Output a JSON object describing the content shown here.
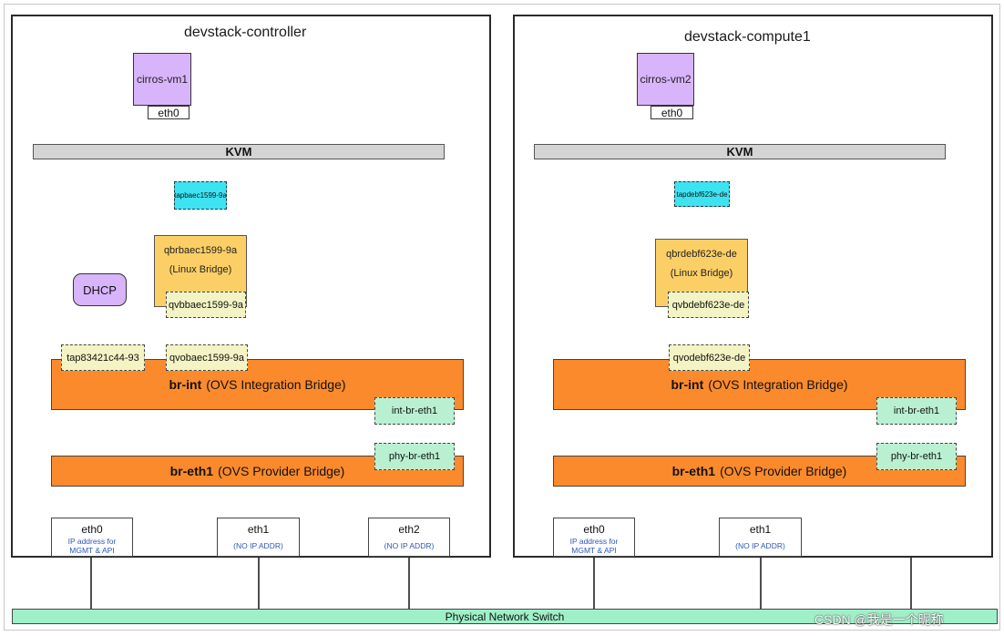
{
  "hosts": [
    {
      "title": "devstack-controller",
      "vm": "cirros-vm1",
      "vm_eth": "eth0",
      "kvm": "KVM",
      "tap": "tapbaec1599-9a",
      "lb_name": "qbrbaec1599-9a",
      "lb_type": "(Linux Bridge)",
      "qvb": "qvbbaec1599-9a",
      "qvo": "qvobaec1599-9a",
      "br_int_bold": "br-int",
      "br_int_rest": "(OVS Integration Bridge)",
      "int_br": "int-br-eth1",
      "phy_br": "phy-br-eth1",
      "br_eth_bold": "br-eth1",
      "br_eth_rest": "(OVS Provider Bridge)",
      "dhcp": "DHCP",
      "dhcp_tap": "tap83421c44-93",
      "nics": [
        {
          "name": "eth0",
          "sub": "IP address for MGMT & API"
        },
        {
          "name": "eth1",
          "sub": "(NO IP ADDR)"
        },
        {
          "name": "eth2",
          "sub": "(NO IP ADDR)"
        }
      ]
    },
    {
      "title": "devstack-compute1",
      "vm": "cirros-vm2",
      "vm_eth": "eth0",
      "kvm": "KVM",
      "tap": "tapdebf623e-de",
      "lb_name": "qbrdebf623e-de",
      "lb_type": "(Linux Bridge)",
      "qvb": "qvbdebf623e-de",
      "qvo": "qvodebf623e-de",
      "br_int_bold": "br-int",
      "br_int_rest": "(OVS Integration Bridge)",
      "int_br": "int-br-eth1",
      "phy_br": "phy-br-eth1",
      "br_eth_bold": "br-eth1",
      "br_eth_rest": "(OVS Provider Bridge)",
      "nics": [
        {
          "name": "eth0",
          "sub": "IP address for MGMT & API"
        },
        {
          "name": "eth1",
          "sub": "(NO IP ADDR)"
        }
      ]
    }
  ],
  "switch": "Physical Network Switch",
  "watermark": "CSDN @我是一个昵称",
  "colors": {
    "vm": "#d8b4fb",
    "tap": "#3ee3f2",
    "linux_bridge": "#fccf66",
    "veth": "#f3f3c4",
    "ovs_bridge": "#fb8a2c",
    "patch_port": "#b9f0d2",
    "kvm": "#d4d4d4",
    "switch": "#9ff0c8",
    "arrow": "#1f5fb0"
  }
}
